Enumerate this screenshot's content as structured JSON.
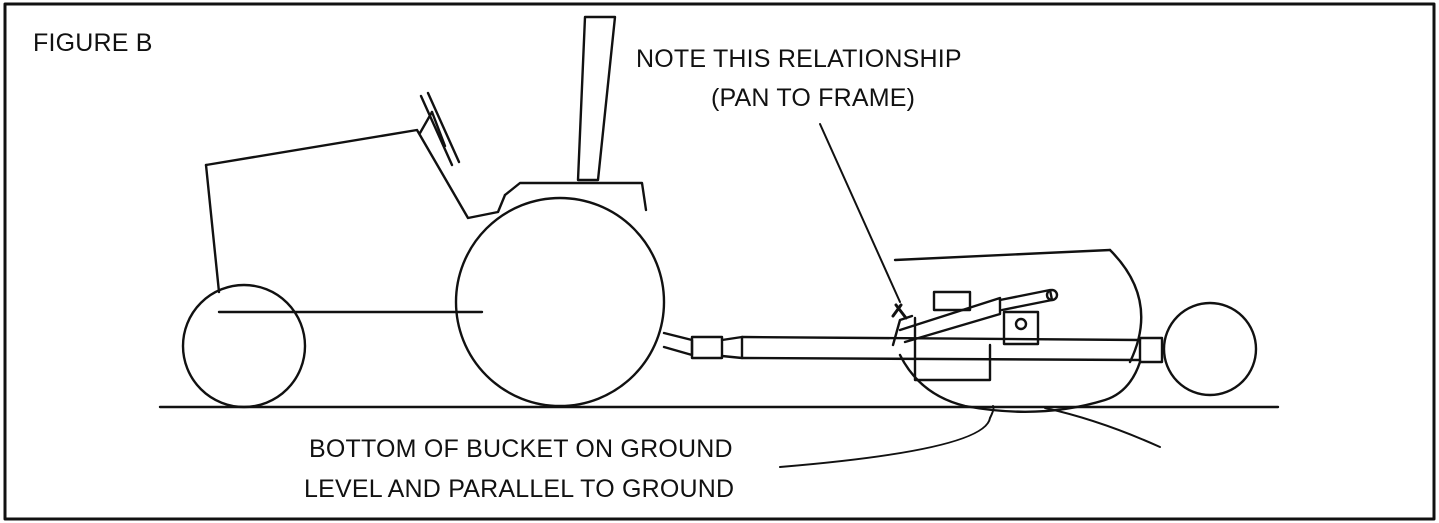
{
  "figure": {
    "title": "FIGURE B",
    "note_lines": [
      "NOTE THIS RELATIONSHIP",
      "(PAN TO FRAME)"
    ],
    "bottom_lines": [
      "BOTTOM OF BUCKET ON GROUND",
      "LEVEL AND PARALLEL TO GROUND"
    ]
  },
  "colors": {
    "ink": "#111111",
    "background": "#ffffff"
  }
}
